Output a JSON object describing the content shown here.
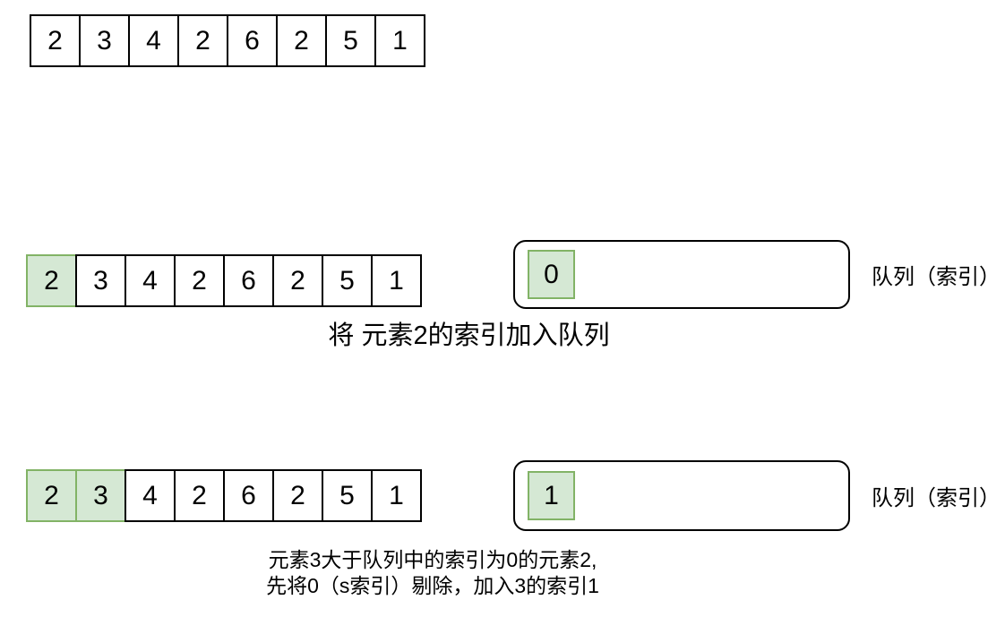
{
  "array_values": [
    "2",
    "3",
    "4",
    "2",
    "6",
    "2",
    "5",
    "1"
  ],
  "highlights": {
    "initial": [],
    "step1": [
      0
    ],
    "step2": [
      0,
      1
    ]
  },
  "steps": {
    "step1": {
      "queue_items": [
        "0"
      ],
      "queue_highlights": [
        0
      ],
      "queue_label": "队列（索引）",
      "caption_lines": [
        "将 元素2的索引加入队列"
      ]
    },
    "step2": {
      "queue_items": [
        "1"
      ],
      "queue_highlights": [
        0
      ],
      "queue_label": "队列（索引）",
      "caption_lines": [
        "元素3大于队列中的索引为0的元素2,",
        "先将0（s索引）剔除，加入3的索引1"
      ]
    }
  },
  "colors": {
    "highlight_fill": "#d5e8d4",
    "highlight_border": "#82b366",
    "cell_border": "#000000",
    "text": "#000000",
    "background": "#ffffff"
  }
}
